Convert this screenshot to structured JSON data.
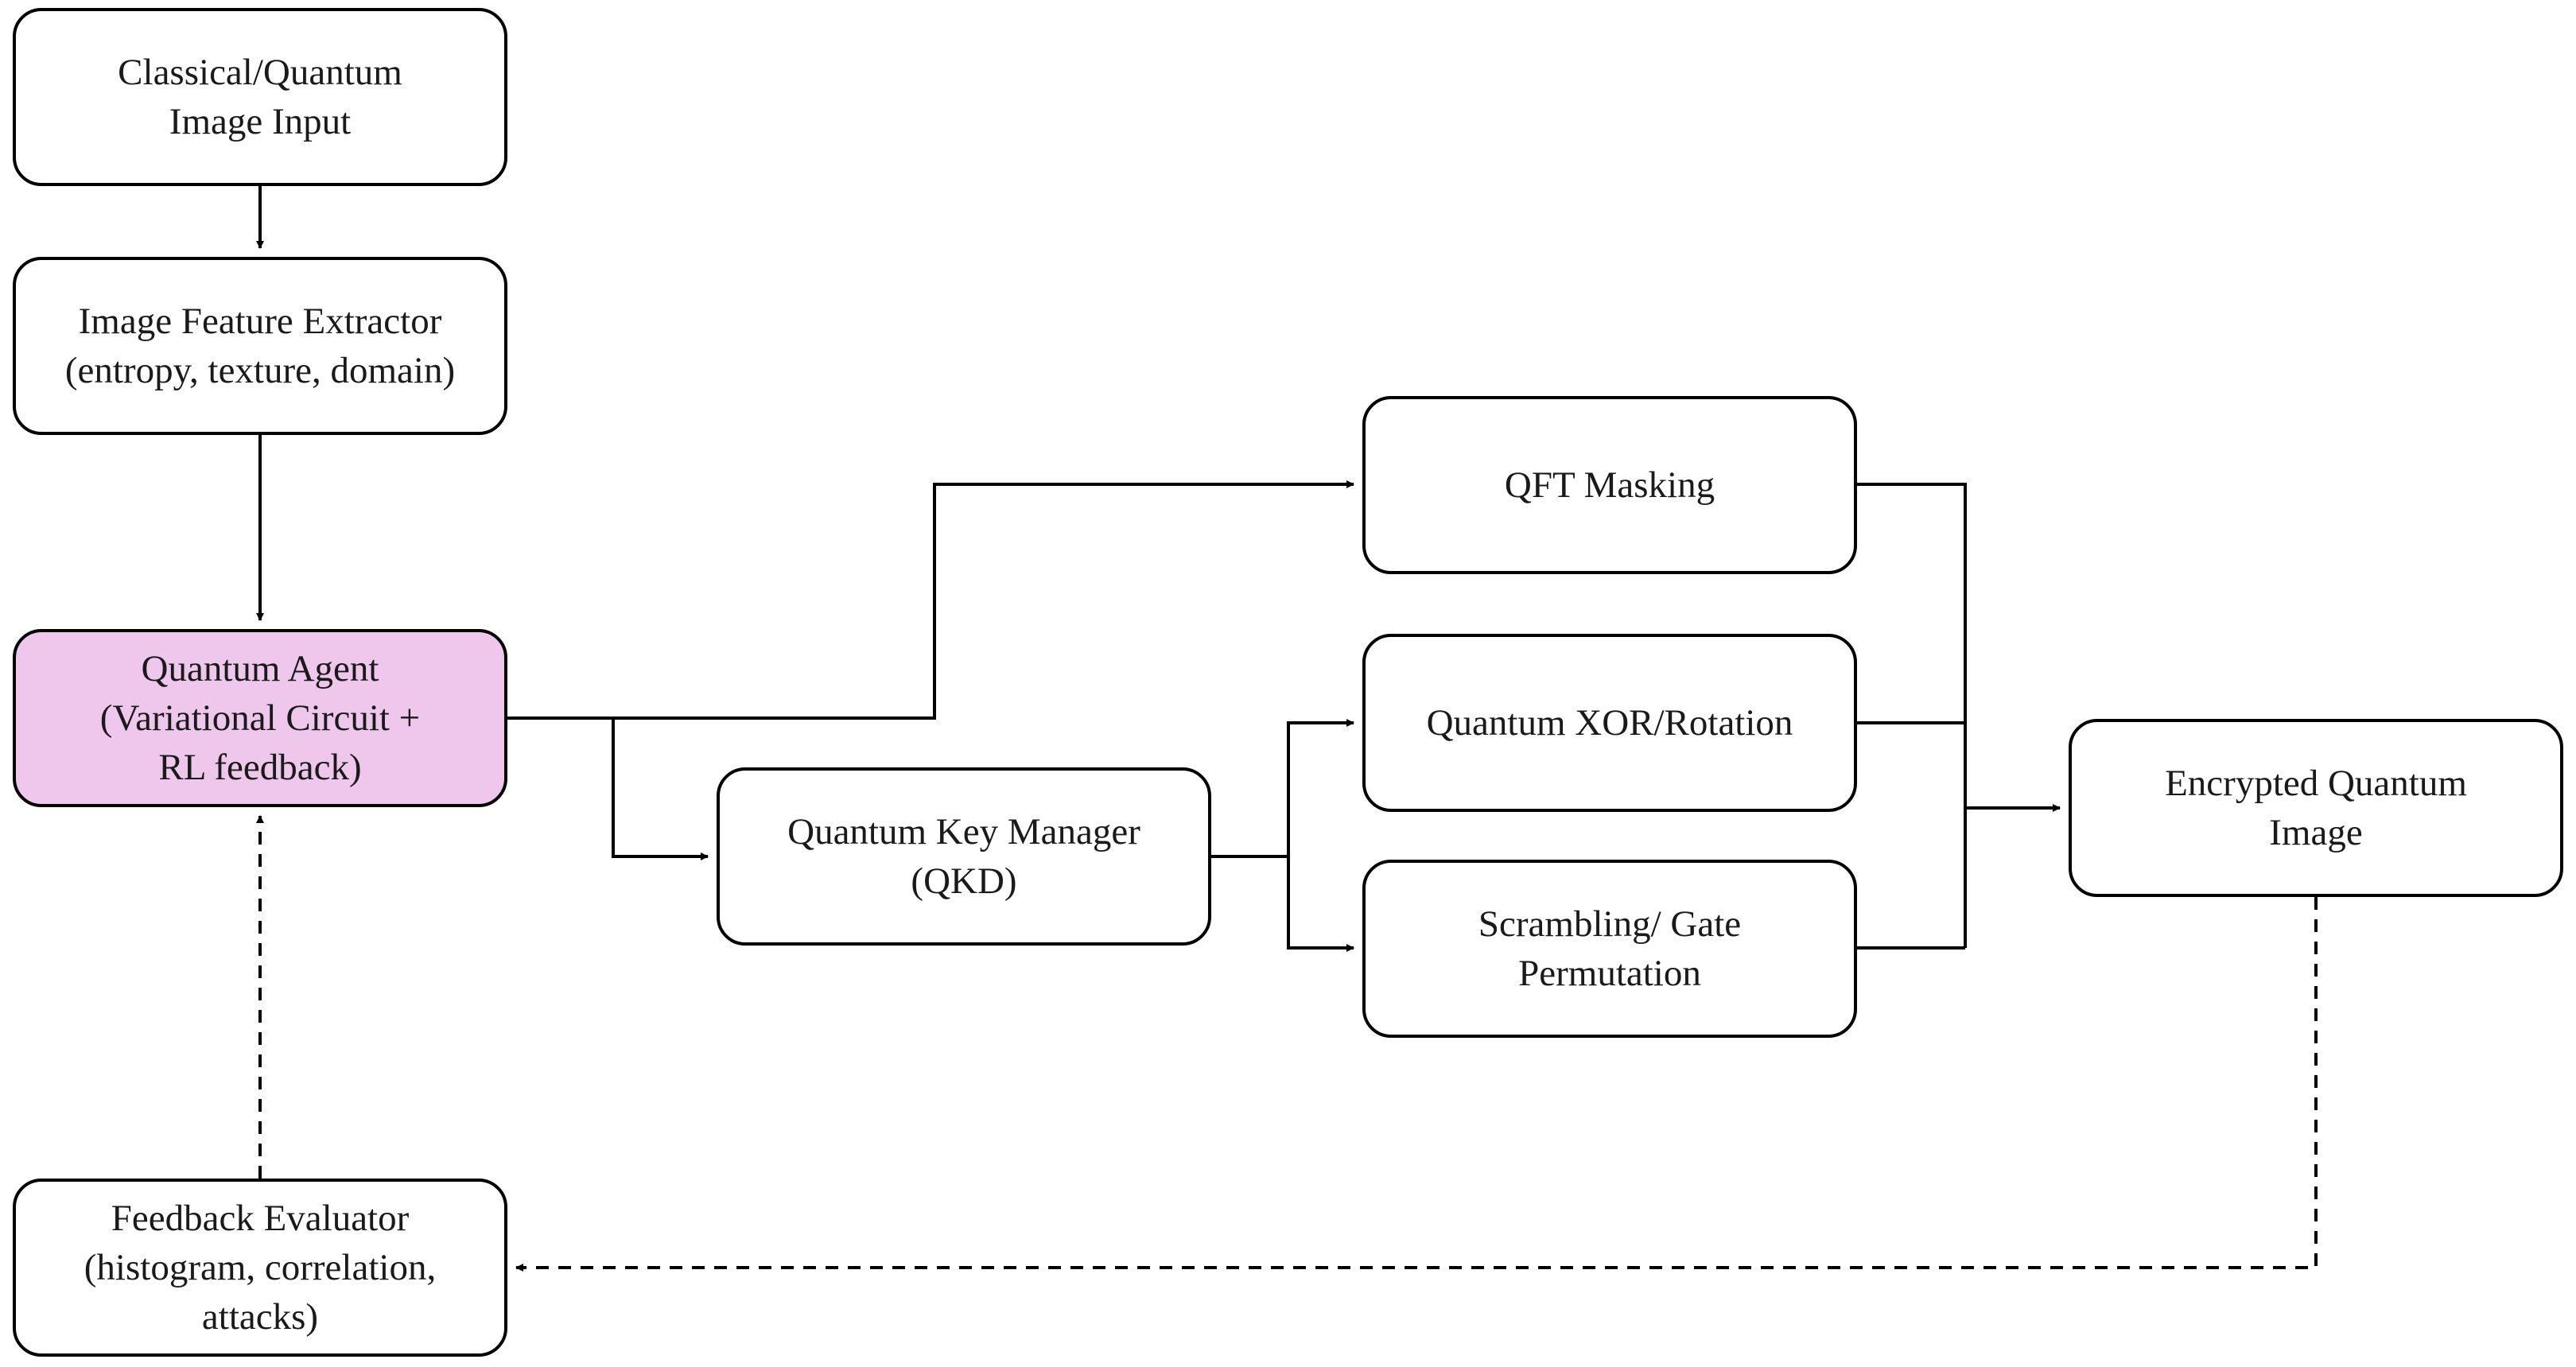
{
  "diagram": {
    "nodes": {
      "input": {
        "lines": [
          "Classical/Quantum",
          "Image Input"
        ]
      },
      "extract": {
        "lines": [
          "Image Feature Extractor",
          "(entropy, texture, domain)"
        ]
      },
      "agent": {
        "lines": [
          "Quantum Agent",
          "(Variational Circuit +",
          "RL feedback)"
        ],
        "fill": "#efc6ec"
      },
      "feedback": {
        "lines": [
          "Feedback Evaluator",
          "(histogram, correlation,",
          "attacks)"
        ]
      },
      "key": {
        "lines": [
          "Quantum Key Manager",
          "(QKD)"
        ]
      },
      "qft": {
        "lines": [
          "QFT Masking"
        ]
      },
      "xor": {
        "lines": [
          "Quantum XOR/Rotation"
        ]
      },
      "scramble": {
        "lines": [
          "Scrambling/ Gate",
          "Permutation"
        ]
      },
      "output": {
        "lines": [
          "Encrypted Quantum",
          "Image"
        ]
      }
    },
    "edges": [
      {
        "from": "input",
        "to": "extract",
        "style": "solid"
      },
      {
        "from": "extract",
        "to": "agent",
        "style": "solid"
      },
      {
        "from": "agent",
        "to": "qft",
        "style": "solid"
      },
      {
        "from": "agent",
        "to": "key",
        "style": "solid"
      },
      {
        "from": "key",
        "to": "xor",
        "style": "solid"
      },
      {
        "from": "key",
        "to": "scramble",
        "style": "solid"
      },
      {
        "from": "qft",
        "to": "output",
        "style": "solid"
      },
      {
        "from": "xor",
        "to": "output",
        "style": "solid"
      },
      {
        "from": "scramble",
        "to": "output",
        "style": "solid"
      },
      {
        "from": "output",
        "to": "feedback",
        "style": "dashed"
      },
      {
        "from": "feedback",
        "to": "agent",
        "style": "dashed"
      }
    ],
    "colors": {
      "line": "#000000",
      "text": "#1a1a1a",
      "agent_fill": "#efc6ec"
    }
  }
}
